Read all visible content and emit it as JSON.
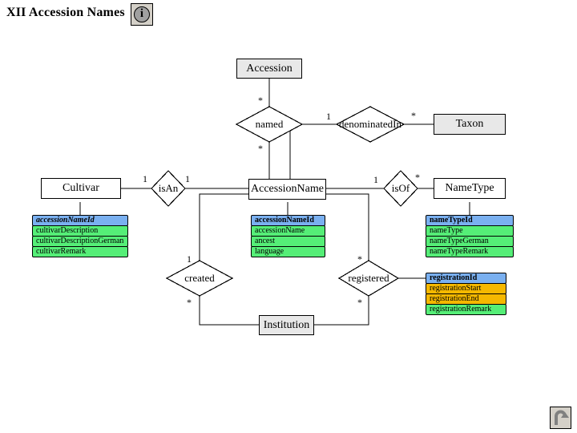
{
  "header": {
    "title": "XII Accession Names",
    "info_icon": "info-icon",
    "info_glyph": "i"
  },
  "footer": {
    "back_icon": "return-arrow-icon"
  },
  "colors": {
    "key_attribute": "#7ab0f0",
    "plain_attribute": "#55ee77",
    "date_attribute": "#f5b800",
    "external_entity": "#e8e8e8",
    "entity_fill": "#ffffff",
    "line": "#000000"
  },
  "diagram": {
    "type": "er-diagram",
    "entities": [
      {
        "id": "accession",
        "label": "Accession",
        "external": true
      },
      {
        "id": "taxon",
        "label": "Taxon",
        "external": true
      },
      {
        "id": "cultivar",
        "label": "Cultivar",
        "external": false
      },
      {
        "id": "accessionname",
        "label": "AccessionName",
        "external": false
      },
      {
        "id": "nametype",
        "label": "NameType",
        "external": false
      },
      {
        "id": "institution",
        "label": "Institution",
        "external": true
      }
    ],
    "relationships": [
      {
        "id": "named",
        "label": "named"
      },
      {
        "id": "denominatedin",
        "label": "denominatedIn"
      },
      {
        "id": "isan",
        "label": "isAn"
      },
      {
        "id": "isof",
        "label": "isOf"
      },
      {
        "id": "created",
        "label": "created"
      },
      {
        "id": "registered",
        "label": "registered"
      }
    ],
    "cardinalities": [
      {
        "id": "accession-named",
        "value": "*"
      },
      {
        "id": "named-accessionname",
        "value": "*"
      },
      {
        "id": "denominatedin-left",
        "value": "1"
      },
      {
        "id": "denominatedin-taxon",
        "value": "*"
      },
      {
        "id": "cultivar-isan",
        "value": "1"
      },
      {
        "id": "isan-accessionname",
        "value": "1"
      },
      {
        "id": "isof-left",
        "value": "1"
      },
      {
        "id": "isof-nametype",
        "value": "*"
      },
      {
        "id": "created-top",
        "value": "1"
      },
      {
        "id": "created-institution",
        "value": "*"
      },
      {
        "id": "registered-top",
        "value": "*"
      },
      {
        "id": "registered-institution",
        "value": "*"
      }
    ],
    "attribute_groups": [
      {
        "id": "cultivar-attrs",
        "owner": "Cultivar",
        "items": [
          {
            "name": "accessionNameId",
            "kind": "key"
          },
          {
            "name": "cultivarDescription",
            "kind": "plain"
          },
          {
            "name": "cultivarDescriptionGerman",
            "kind": "plain"
          },
          {
            "name": "cultivarRemark",
            "kind": "plain"
          }
        ]
      },
      {
        "id": "accessionname-attrs",
        "owner": "AccessionName",
        "items": [
          {
            "name": "accessionNameId",
            "kind": "key"
          },
          {
            "name": "accessionName",
            "kind": "plain"
          },
          {
            "name": "ancest",
            "kind": "plain"
          },
          {
            "name": "language",
            "kind": "plain"
          }
        ]
      },
      {
        "id": "nametype-attrs",
        "owner": "NameType",
        "items": [
          {
            "name": "nameTypeId",
            "kind": "key"
          },
          {
            "name": "nameType",
            "kind": "plain"
          },
          {
            "name": "nameTypeGerman",
            "kind": "plain"
          },
          {
            "name": "nameTypeRemark",
            "kind": "plain"
          }
        ]
      },
      {
        "id": "registration-attrs",
        "owner": "registered",
        "items": [
          {
            "name": "registrationId",
            "kind": "key"
          },
          {
            "name": "registrationStart",
            "kind": "date"
          },
          {
            "name": "registrationEnd",
            "kind": "date"
          },
          {
            "name": "registrationRemark",
            "kind": "plain"
          }
        ]
      }
    ]
  }
}
